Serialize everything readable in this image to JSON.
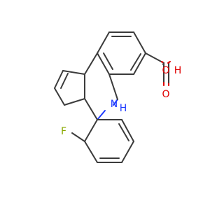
{
  "atoms": {
    "oxygen_hydroxyl": "O",
    "hydroxyl_h": "H",
    "oxygen_carbonyl": "O",
    "nitrogen": "N",
    "nitrogen_h": "H",
    "fluorine": "F"
  },
  "colors": {
    "bond": "#3b3b3b",
    "oxygen": "#e00000",
    "nitrogen": "#1f3cff",
    "fluorine": "#8aa800"
  }
}
